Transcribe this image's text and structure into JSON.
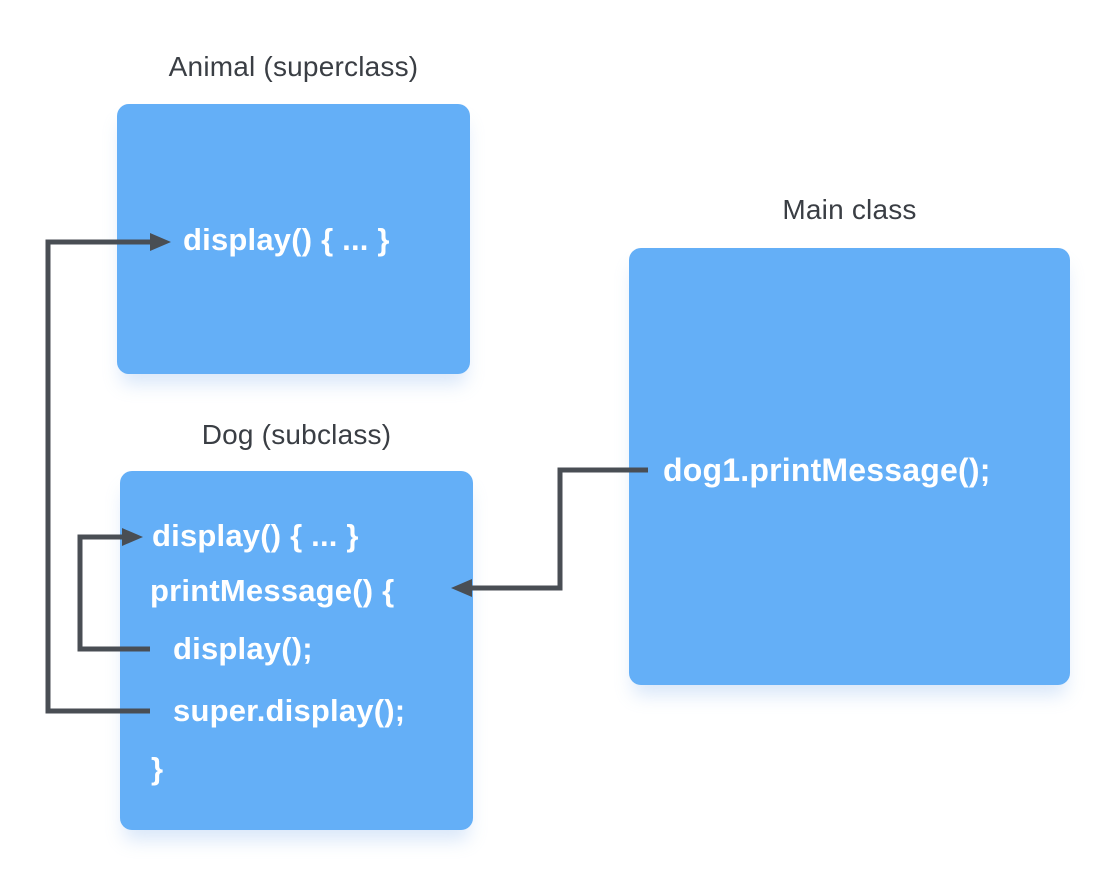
{
  "boxes": {
    "animal": {
      "title": "Animal (superclass)",
      "code": [
        "display() { ... }"
      ]
    },
    "dog": {
      "title": "Dog (subclass)",
      "code": [
        "display() { ... }",
        "printMessage() {",
        "display();",
        "super.display();",
        "}"
      ]
    },
    "main": {
      "title": "Main class",
      "code": [
        "dog1.printMessage();"
      ]
    }
  },
  "arrows": [
    {
      "name": "main-call-arrow",
      "from": "dog1.printMessage();",
      "to": "printMessage() {"
    },
    {
      "name": "display-call-arrow",
      "from": "display();",
      "to": "Dog display() { ... }"
    },
    {
      "name": "super-call-arrow",
      "from": "super.display();",
      "to": "Animal display() { ... }"
    }
  ],
  "colors": {
    "box_fill": "#64aff7",
    "arrow": "#494e54",
    "title_text": "#3a3e44",
    "code_text": "#ffffff",
    "background": "#ffffff"
  }
}
